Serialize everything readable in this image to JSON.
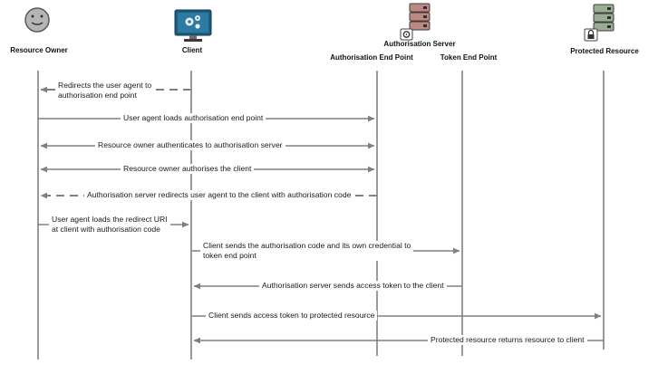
{
  "colors": {
    "line": "#808080",
    "text": "#1a1a1a",
    "face": "#b5b5b5",
    "monitor": "#1c5b7c",
    "server_red": "#b98a85",
    "server_green": "#9bab96"
  },
  "actors": {
    "resource_owner": {
      "label": "Resource Owner",
      "icon": "smiley-face-icon"
    },
    "client": {
      "label": "Client",
      "icon": "computer-monitor-gear-icon"
    },
    "auth_server": {
      "label": "Authorisation Server",
      "icon": "server-stack-gear-icon"
    },
    "auth_endpoint": {
      "label": "Authorisation End Point"
    },
    "token_endpoint": {
      "label": "Token End Point"
    },
    "protected_resource": {
      "label": "Protected Resource",
      "icon": "server-stack-lock-icon"
    }
  },
  "messages": [
    {
      "from": "client",
      "to": "resource_owner",
      "style": "dashed",
      "lines": [
        "Redirects the user agent to",
        "authorisation end point"
      ]
    },
    {
      "from": "resource_owner",
      "to": "auth_endpoint",
      "style": "solid",
      "lines": [
        "User agent loads authorisation end point"
      ]
    },
    {
      "from": "resource_owner",
      "to": "auth_endpoint",
      "style": "solid-both",
      "lines": [
        "Resource owner authenticates to authorisation server"
      ]
    },
    {
      "from": "resource_owner",
      "to": "auth_endpoint",
      "style": "solid-both",
      "lines": [
        "Resource owner authorises the client"
      ]
    },
    {
      "from": "auth_endpoint",
      "to": "resource_owner",
      "style": "dashed",
      "lines": [
        "Authorisation server redirects user agent to the client with authorisation code"
      ]
    },
    {
      "from": "resource_owner",
      "to": "client",
      "style": "solid",
      "lines": [
        "User agent loads the redirect URI",
        "at client with authorisation code"
      ]
    },
    {
      "from": "client",
      "to": "token_endpoint",
      "style": "solid",
      "lines": [
        "Client sends the authorisation code and its own credential to",
        "token end point"
      ]
    },
    {
      "from": "token_endpoint",
      "to": "client",
      "style": "solid",
      "lines": [
        "Authorisation server sends access token to the client"
      ]
    },
    {
      "from": "client",
      "to": "protected_resource",
      "style": "solid",
      "lines": [
        "Client sends access token to protected resource"
      ]
    },
    {
      "from": "protected_resource",
      "to": "client",
      "style": "solid",
      "lines": [
        "Protected resource returns resource to client"
      ]
    }
  ]
}
